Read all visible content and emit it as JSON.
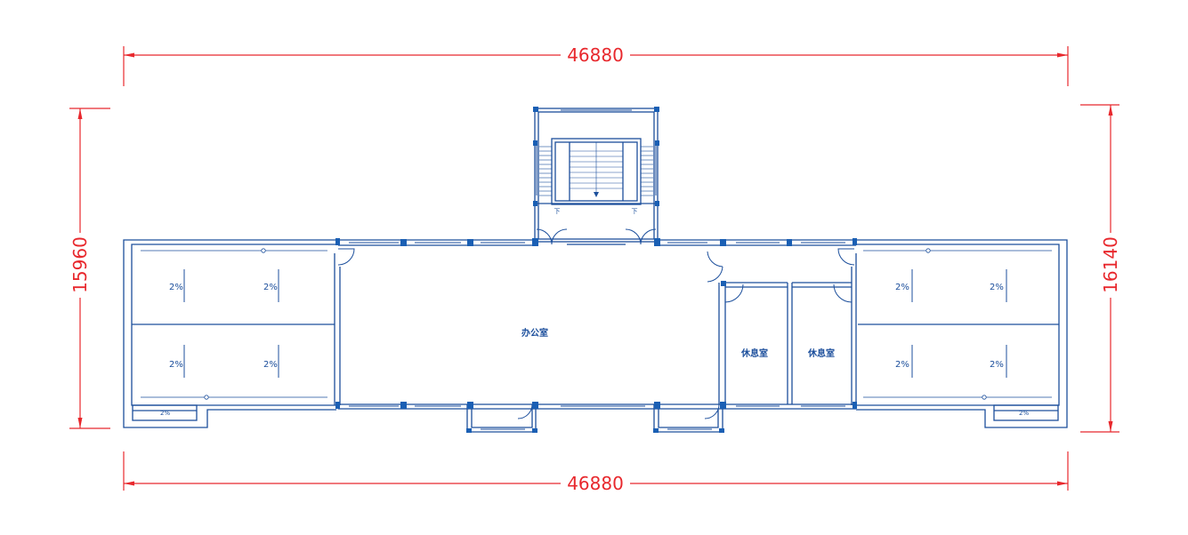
{
  "dimensions": {
    "top_width": "46880",
    "bottom_width": "46880",
    "left_height": "15960",
    "right_height": "16140"
  },
  "rooms": {
    "office": "办公室",
    "lounge_1": "休息室",
    "lounge_2": "休息室"
  },
  "slopes": {
    "left_top_1": "2%",
    "left_top_2": "2%",
    "left_bottom_1": "2%",
    "left_bottom_2": "2%",
    "right_top_1": "2%",
    "right_top_2": "2%",
    "right_bottom_1": "2%",
    "right_bottom_2": "2%",
    "left_corner": "2%",
    "right_corner": "2%"
  },
  "stair_labels": {
    "left_down": "下",
    "right_down": "下"
  },
  "colors": {
    "dimension": "#e8282d",
    "wall": "#1c4f9c",
    "column": "#1a5fb4"
  }
}
